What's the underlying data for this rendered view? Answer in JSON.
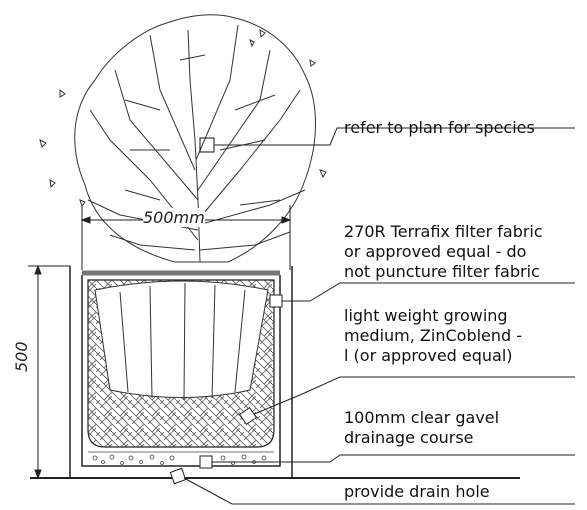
{
  "dimensions": {
    "width_label": "500mm",
    "height_label": "500"
  },
  "callouts": [
    {
      "lines": [
        "refer to plan for species"
      ]
    },
    {
      "lines": [
        "270R Terrafix filter fabric",
        "or approved equal - do",
        "not puncture filter fabric"
      ]
    },
    {
      "lines": [
        "light weight growing",
        "medium, ZinCoblend -",
        "l (or approved equal)"
      ]
    },
    {
      "lines": [
        "100mm clear gavel",
        "drainage course"
      ]
    },
    {
      "lines": [
        "provide drain hole"
      ]
    }
  ],
  "colors": {
    "line": "#222222",
    "fabric": "#777777",
    "background": "#ffffff"
  }
}
